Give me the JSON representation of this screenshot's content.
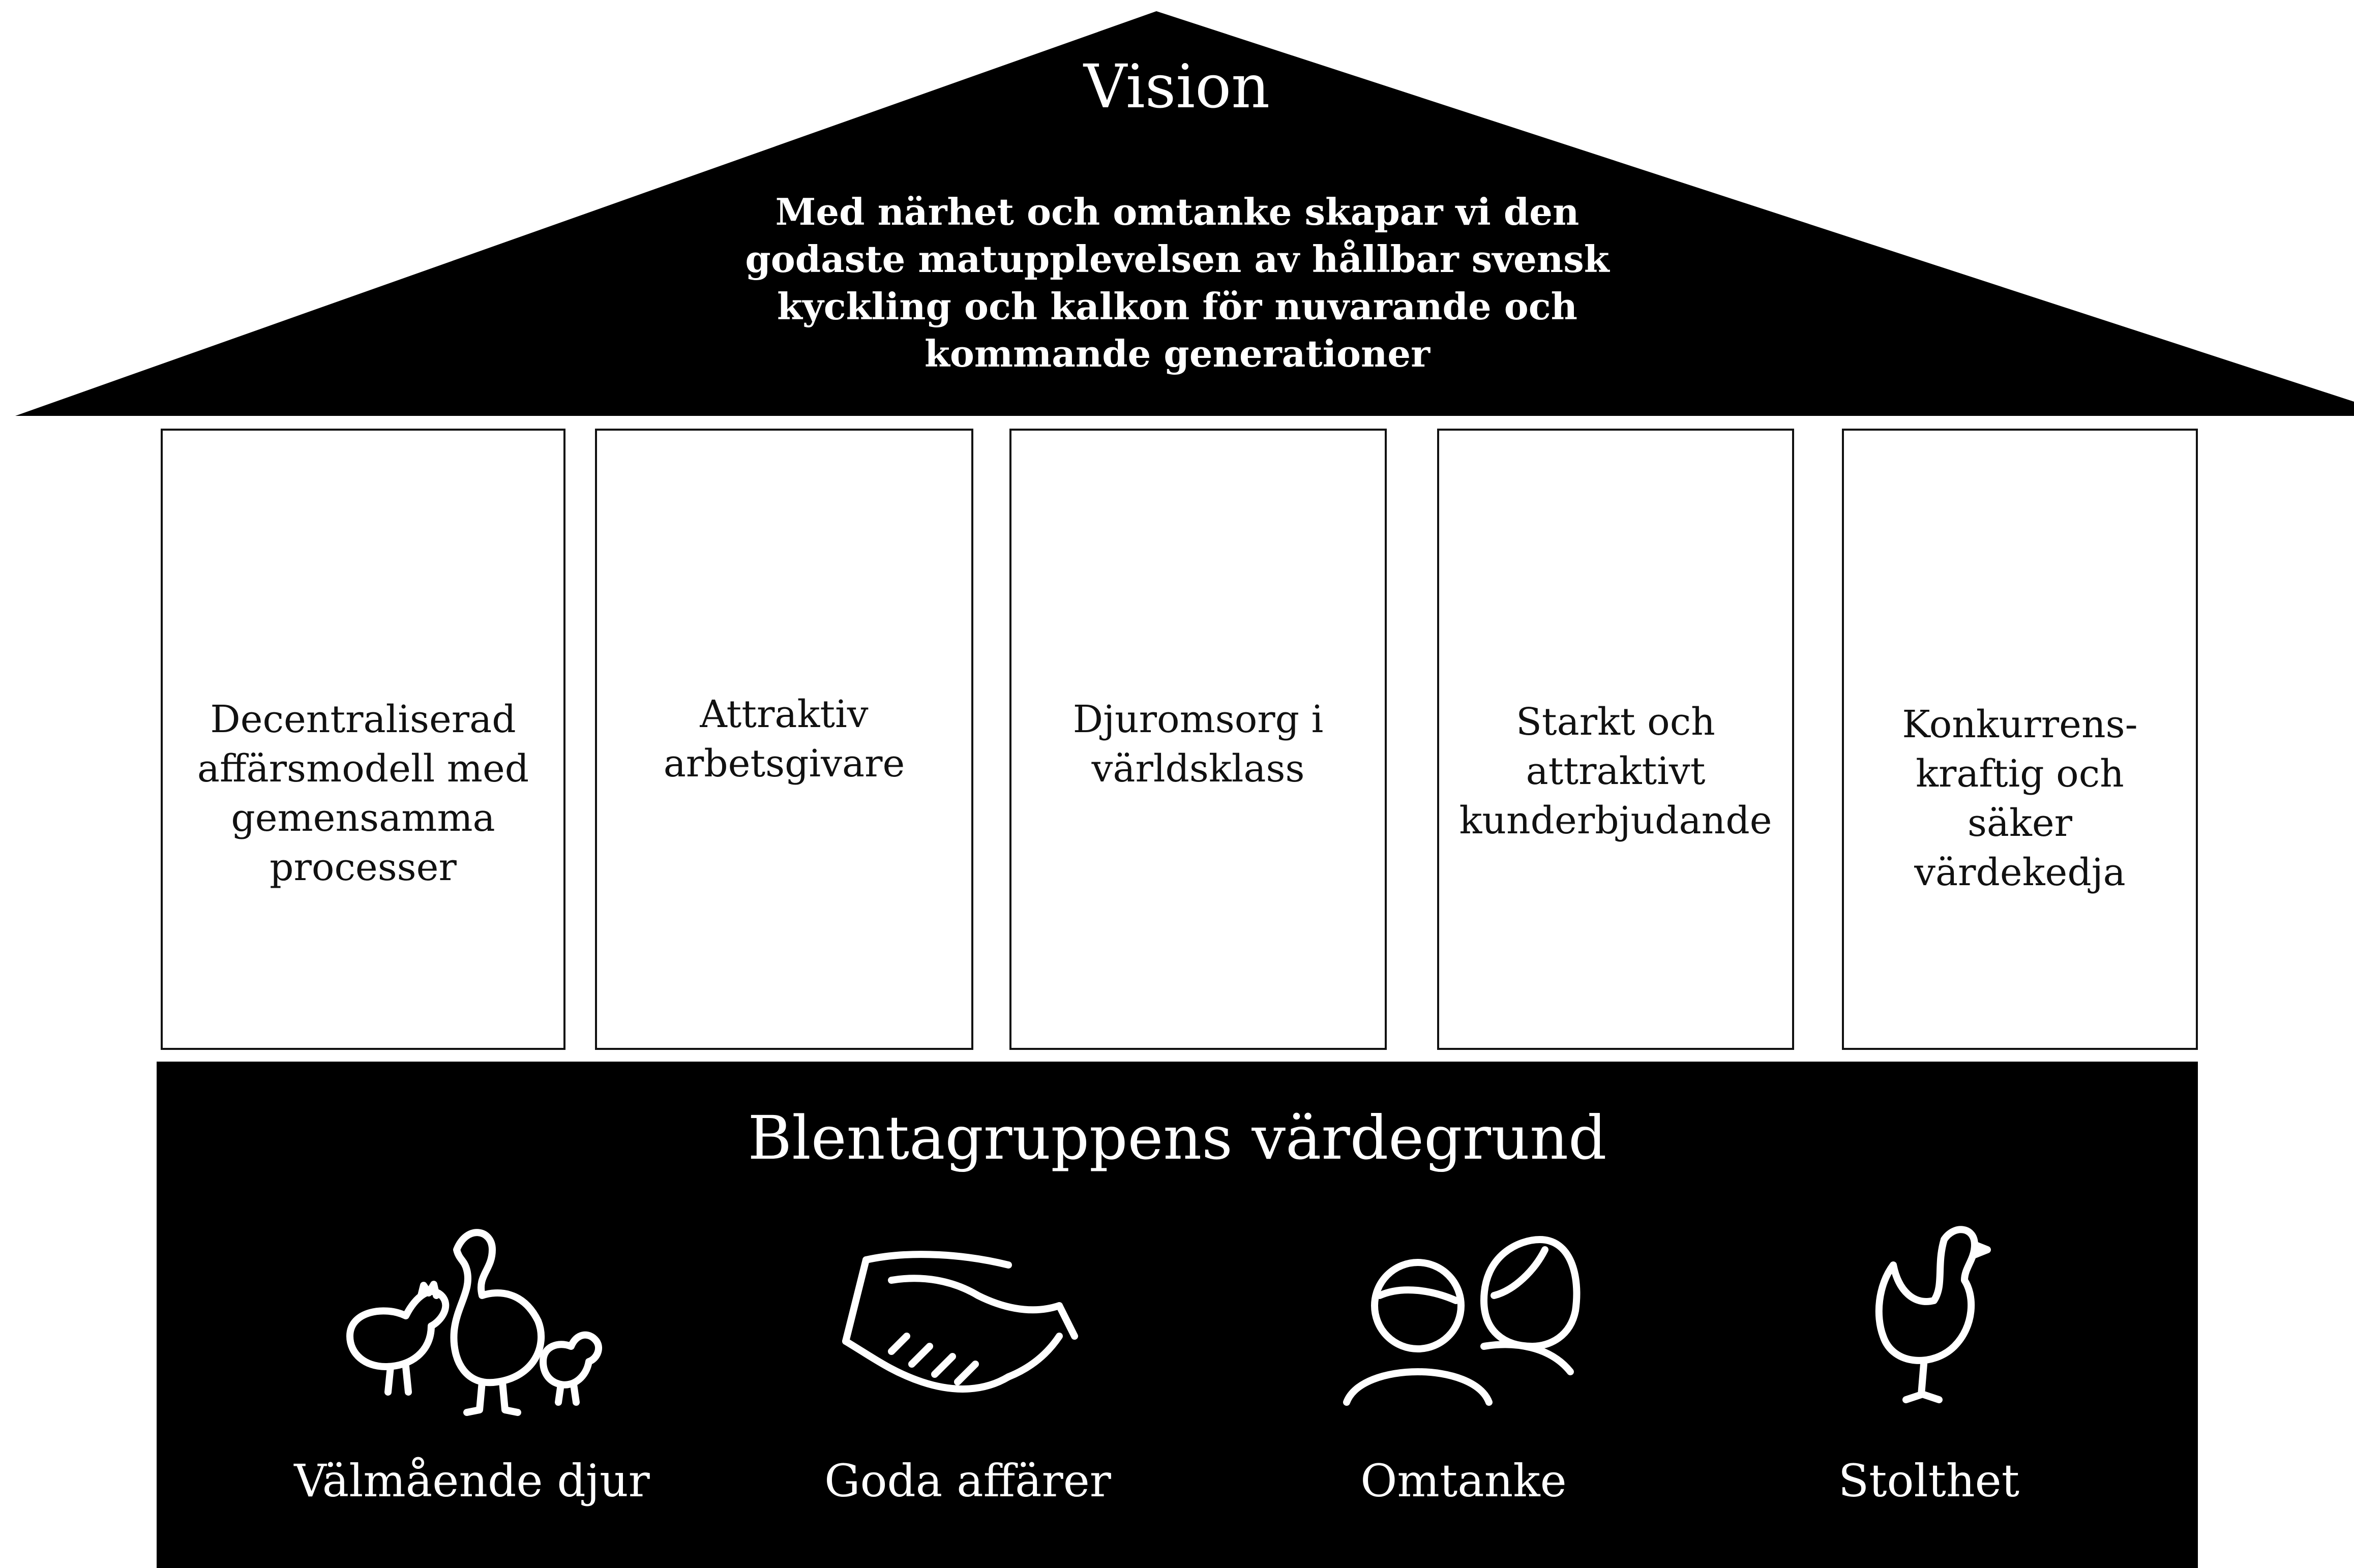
{
  "colors": {
    "roof": "#000000",
    "foundation": "#000000",
    "pillar_border": "#111111",
    "text_on_dark": "#ffffff",
    "text_on_light": "#111111"
  },
  "roof": {
    "title": "Vision",
    "statement": "Med närhet och omtanke skapar vi den godaste matupplevelsen av hållbar svensk kyckling och kalkon för nuvarande och kommande generationer"
  },
  "pillars": [
    {
      "label": "Decentraliserad affärsmodell med gemensamma processer"
    },
    {
      "label": "Attraktiv arbetsgivare"
    },
    {
      "label": "Djuromsorg i världsklass"
    },
    {
      "label": "Starkt och attraktivt kunderbjudande"
    },
    {
      "label": "Konkurrens-kraftig och säker värdekedja"
    }
  ],
  "foundation": {
    "title": "Blentagruppens värdegrund",
    "values": [
      {
        "label": "Välmående djur",
        "icon": "chickens-icon"
      },
      {
        "label": "Goda affärer",
        "icon": "handshake-icon"
      },
      {
        "label": "Omtanke",
        "icon": "people-icon"
      },
      {
        "label": "Stolthet",
        "icon": "chicken-icon"
      }
    ]
  }
}
